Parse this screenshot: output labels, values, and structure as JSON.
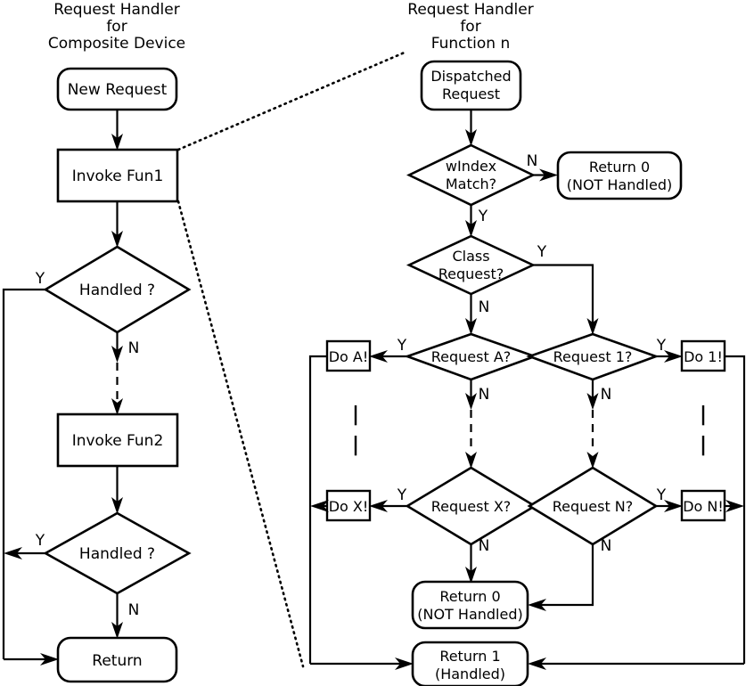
{
  "diagram": {
    "type": "flowchart",
    "title_left": {
      "line1": "Request Handler",
      "line2": "for",
      "line3": "Composite Device"
    },
    "title_right": {
      "line1": "Request Handler",
      "line2": "for",
      "line3": "Function n"
    },
    "colors": {
      "background": "#ffffff",
      "stroke": "#000000",
      "fill": "#ffffff"
    },
    "left_panel": {
      "nodes": [
        {
          "id": "new-request",
          "shape": "rounded",
          "label": "New Request"
        },
        {
          "id": "invoke-fun1",
          "shape": "rect",
          "label": "Invoke Fun1"
        },
        {
          "id": "handled-1",
          "shape": "diamond",
          "label": "Handled ?"
        },
        {
          "id": "invoke-fun2",
          "shape": "rect",
          "label": "Invoke Fun2"
        },
        {
          "id": "handled-2",
          "shape": "diamond",
          "label": "Handled ?"
        },
        {
          "id": "return",
          "shape": "rounded",
          "label": "Return"
        }
      ],
      "branch_labels": {
        "handled1_yes": "Y",
        "handled1_no": "N",
        "handled2_yes": "Y",
        "handled2_no": "N"
      }
    },
    "right_panel": {
      "nodes": [
        {
          "id": "dispatched-request",
          "shape": "rounded",
          "label_line1": "Dispatched",
          "label_line2": "Request"
        },
        {
          "id": "windex-match",
          "shape": "diamond",
          "label_line1": "wIndex",
          "label_line2": "Match?"
        },
        {
          "id": "return0-top",
          "shape": "rounded",
          "label_line1": "Return 0",
          "label_line2": "(NOT Handled)"
        },
        {
          "id": "class-request",
          "shape": "diamond",
          "label_line1": "Class",
          "label_line2": "Request?"
        },
        {
          "id": "request-a",
          "shape": "diamond",
          "label": "Request A?"
        },
        {
          "id": "request-1",
          "shape": "diamond",
          "label": "Request 1?"
        },
        {
          "id": "request-x",
          "shape": "diamond",
          "label": "Request X?"
        },
        {
          "id": "request-n",
          "shape": "diamond",
          "label": "Request N?"
        },
        {
          "id": "do-a",
          "shape": "rect",
          "label": "Do A!"
        },
        {
          "id": "do-1",
          "shape": "rect",
          "label": "Do 1!"
        },
        {
          "id": "do-x",
          "shape": "rect",
          "label": "Do X!"
        },
        {
          "id": "do-n",
          "shape": "rect",
          "label": "Do N!"
        },
        {
          "id": "return0-bottom",
          "shape": "rounded",
          "label_line1": "Return 0",
          "label_line2": "(NOT Handled)"
        },
        {
          "id": "return1",
          "shape": "rounded",
          "label_line1": "Return 1",
          "label_line2": "(Handled)"
        }
      ],
      "branch_labels": {
        "windex_no": "N",
        "windex_yes": "Y",
        "class_yes": "Y",
        "class_no": "N",
        "request_a_yes": "Y",
        "request_a_no": "N",
        "request_1_yes": "Y",
        "request_1_no": "N",
        "request_x_yes": "Y",
        "request_x_no": "N",
        "request_n_yes": "Y",
        "request_n_no": "N"
      },
      "continuation_marks": {
        "left": "|",
        "right": "|"
      }
    }
  }
}
